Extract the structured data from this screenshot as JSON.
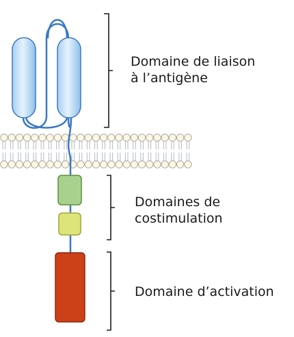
{
  "labels": {
    "binding": {
      "line1": "Domaine de liaison",
      "line2": "à l’antigène"
    },
    "costimulation": {
      "line1": "Domaines de",
      "line2": "costimulation"
    },
    "activation": {
      "line1": "Domaine d’activation"
    }
  },
  "colors": {
    "binding_domain_fill": "#c9e2f7",
    "binding_domain_stroke": "#3a78c2",
    "linker": "#3a78c2",
    "costim_domain_1": "#a9d18e",
    "costim_domain_2": "#dde47a",
    "activation_domain": "#cc4118",
    "membrane_head": "#fff8e0",
    "bracket": "#1a1a1a"
  }
}
